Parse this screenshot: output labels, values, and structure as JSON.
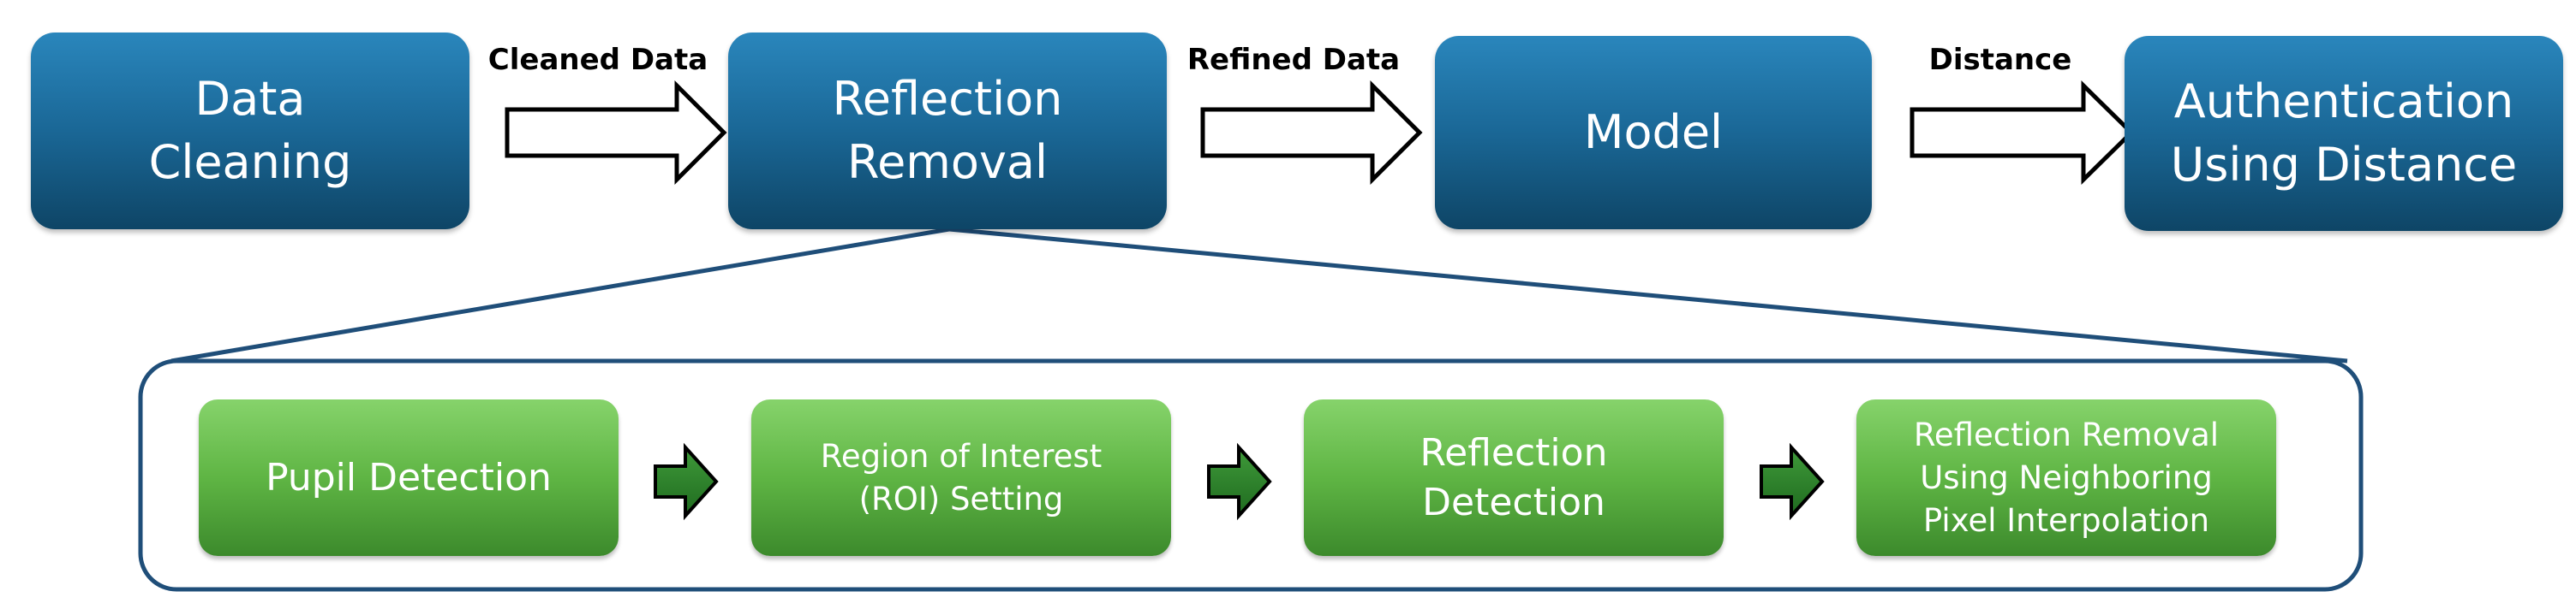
{
  "top_pipeline": {
    "nodes": [
      {
        "id": "data-cleaning",
        "label": "Data\nCleaning"
      },
      {
        "id": "reflection-removal",
        "label": "Reflection\nRemoval"
      },
      {
        "id": "model",
        "label": "Model"
      },
      {
        "id": "authentication",
        "label": "Authentication\nUsing Distance"
      }
    ],
    "edges": [
      {
        "from": "data-cleaning",
        "to": "reflection-removal",
        "label": "Cleaned Data"
      },
      {
        "from": "reflection-removal",
        "to": "model",
        "label": "Refined Data"
      },
      {
        "from": "model",
        "to": "authentication",
        "label": "Distance"
      }
    ]
  },
  "detail_pipeline": {
    "expands": "reflection-removal",
    "steps": [
      {
        "id": "pupil-detection",
        "label": "Pupil Detection"
      },
      {
        "id": "roi-setting",
        "label": "Region of Interest\n(ROI) Setting"
      },
      {
        "id": "reflection-detection",
        "label": "Reflection\nDetection"
      },
      {
        "id": "interpolation",
        "label": "Reflection Removal\nUsing Neighboring\nPixel Interpolation"
      }
    ]
  },
  "colors": {
    "top_box": "#1a6796",
    "detail_box": "#5fb544",
    "detail_arrow": "#2e7d32",
    "container_border": "#1f4e79"
  }
}
